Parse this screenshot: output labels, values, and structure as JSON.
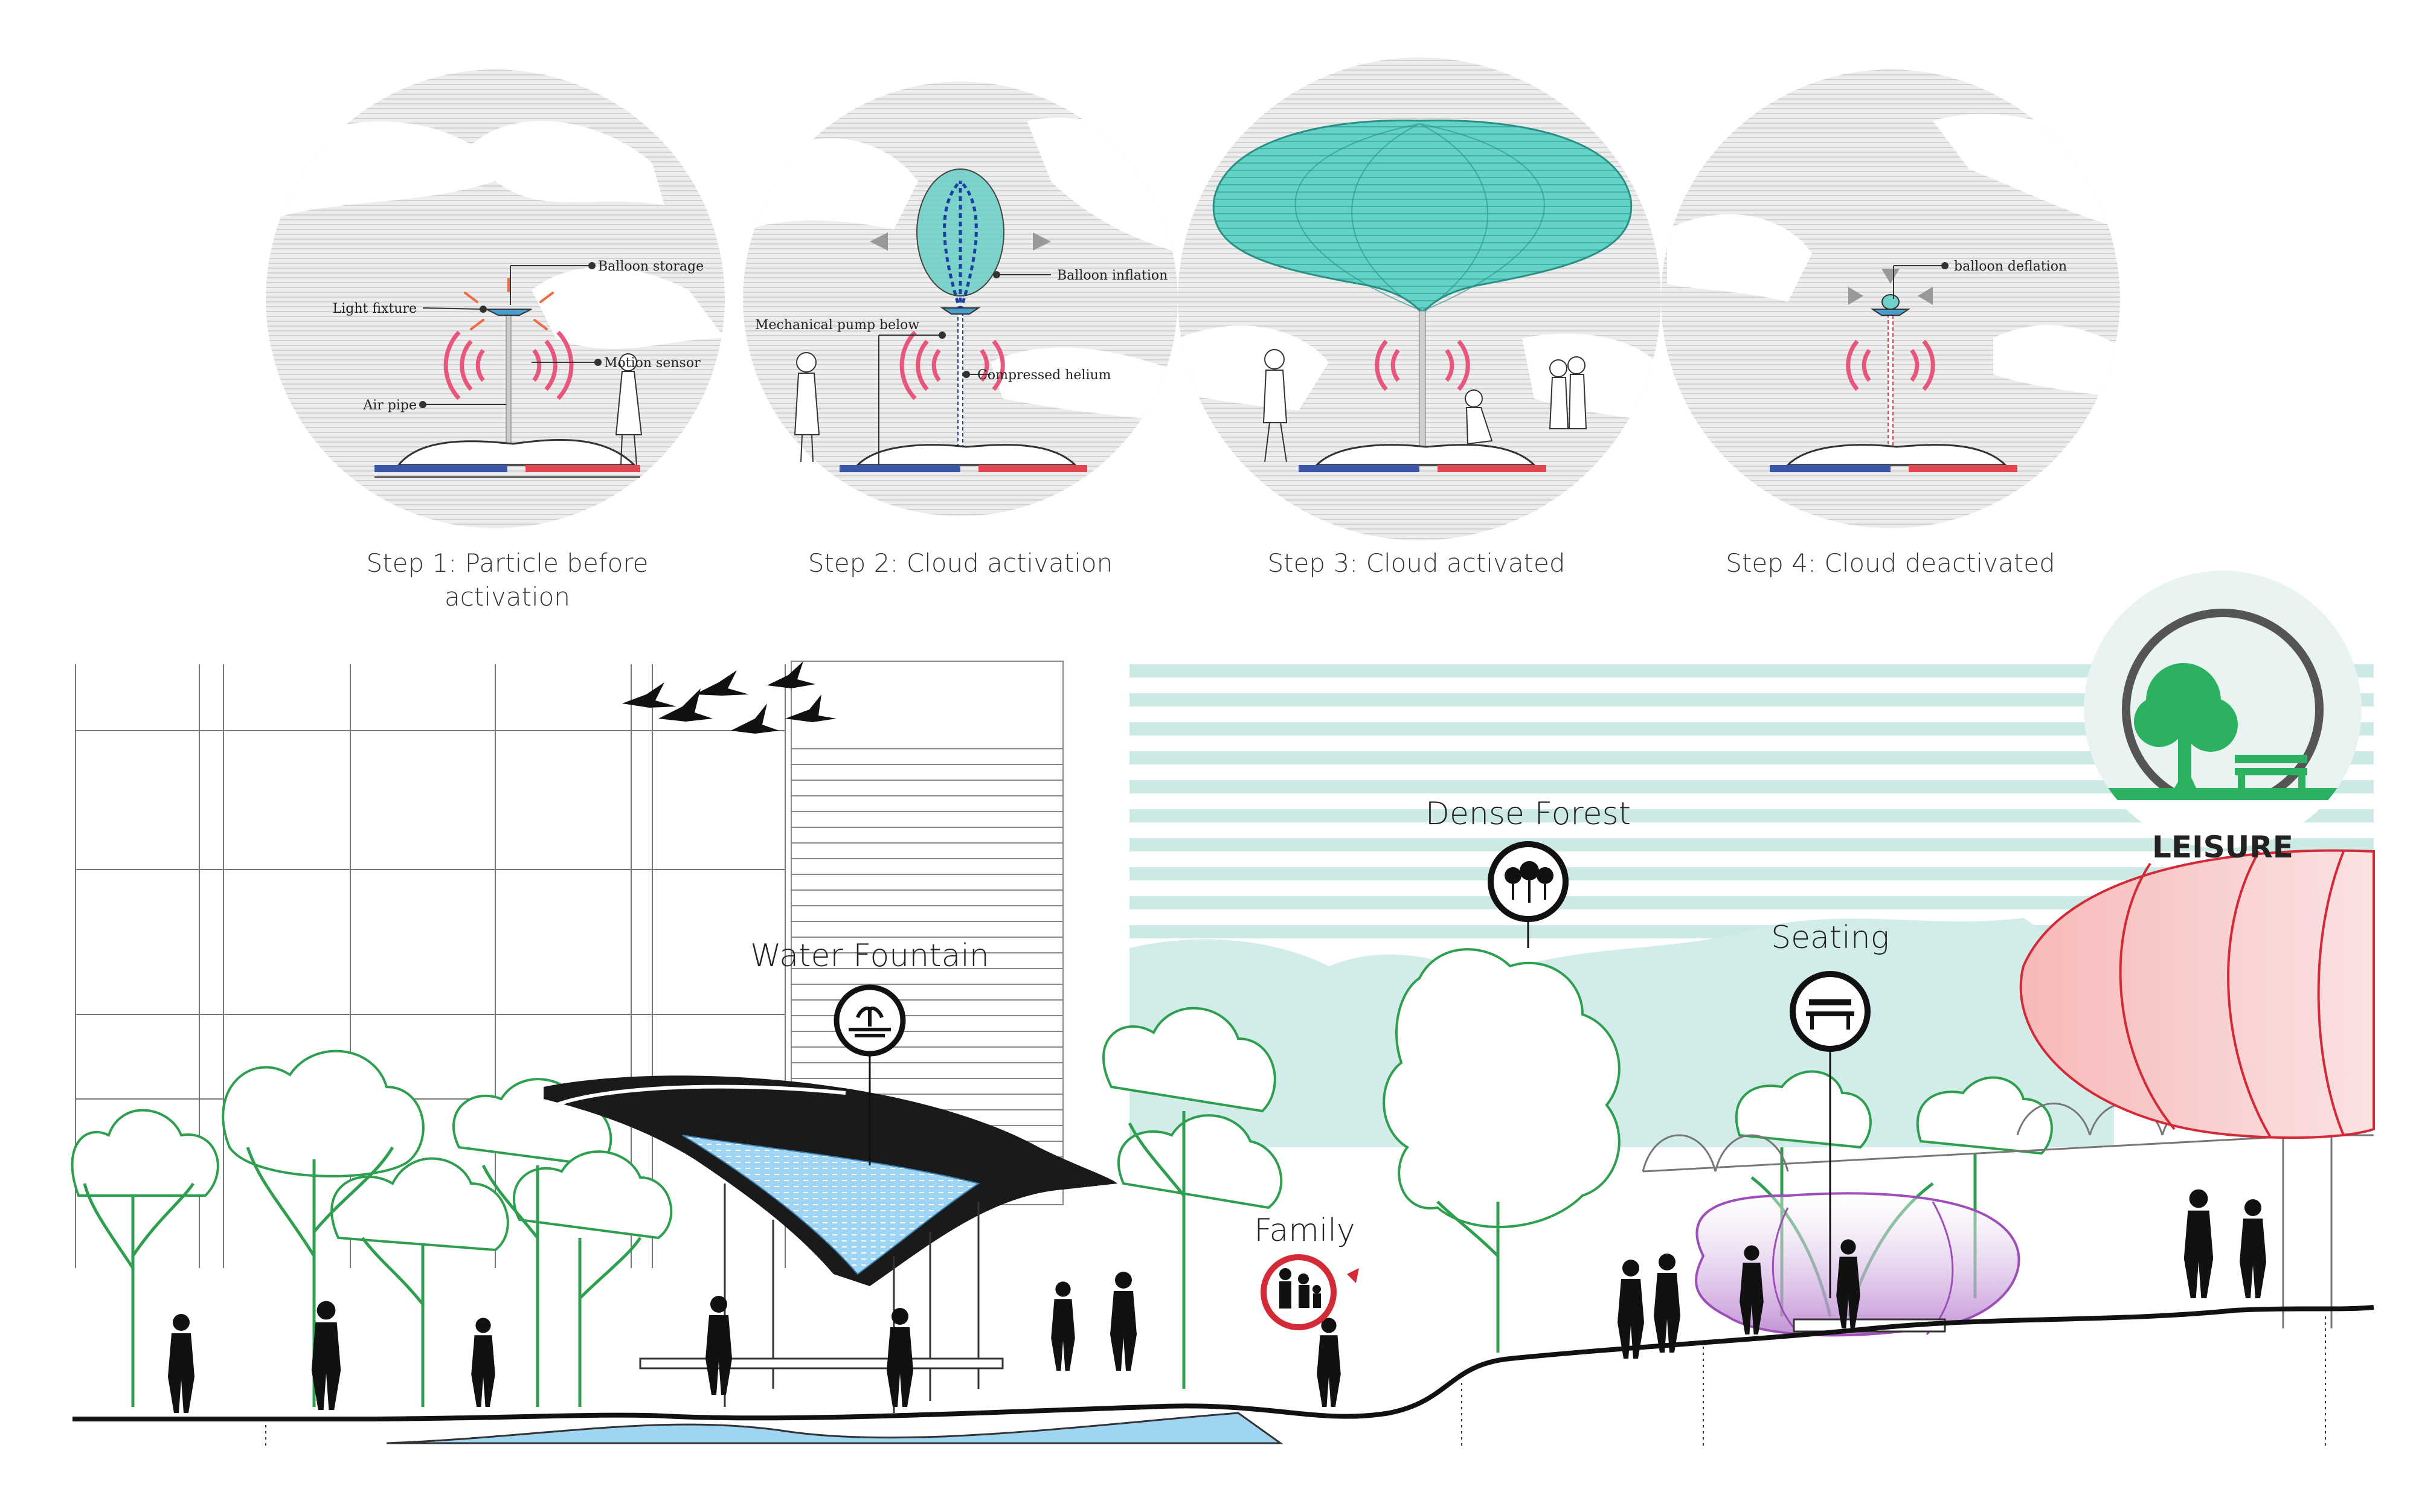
{
  "steps": [
    {
      "caption_line1": "Step 1: Particle before",
      "caption_line2": "activation",
      "annotations": {
        "balloon_storage": "Balloon storage",
        "light_fixture": "Light fixture",
        "motion_sensor": "Motion sensor",
        "air_pipe": "Air pipe"
      }
    },
    {
      "caption_line1": "Step 2: Cloud activation",
      "caption_line2": "",
      "annotations": {
        "balloon_inflation": "Balloon inflation",
        "mechanical_pump": "Mechanical pump below",
        "compressed_helium": "Compressed helium"
      }
    },
    {
      "caption_line1": "Step 3: Cloud activated",
      "caption_line2": "",
      "annotations": {}
    },
    {
      "caption_line1": "Step 4: Cloud deactivated",
      "caption_line2": "",
      "annotations": {
        "balloon_deflation": "balloon deflation"
      }
    }
  ],
  "section": {
    "water_fountain": "Water Fountain",
    "dense_forest": "Dense Forest",
    "seating": "Seating",
    "family": "Family",
    "leisure": "LEISURE"
  },
  "colors": {
    "tree_green": "#2e9e4f",
    "cloud_teal": "#47c4b6",
    "water_blue": "#8fcdf0",
    "pod_purple": "#b77fce",
    "pod_red": "#d42a37",
    "icon_green": "#2cb160",
    "motion_pink": "#e8567b"
  }
}
